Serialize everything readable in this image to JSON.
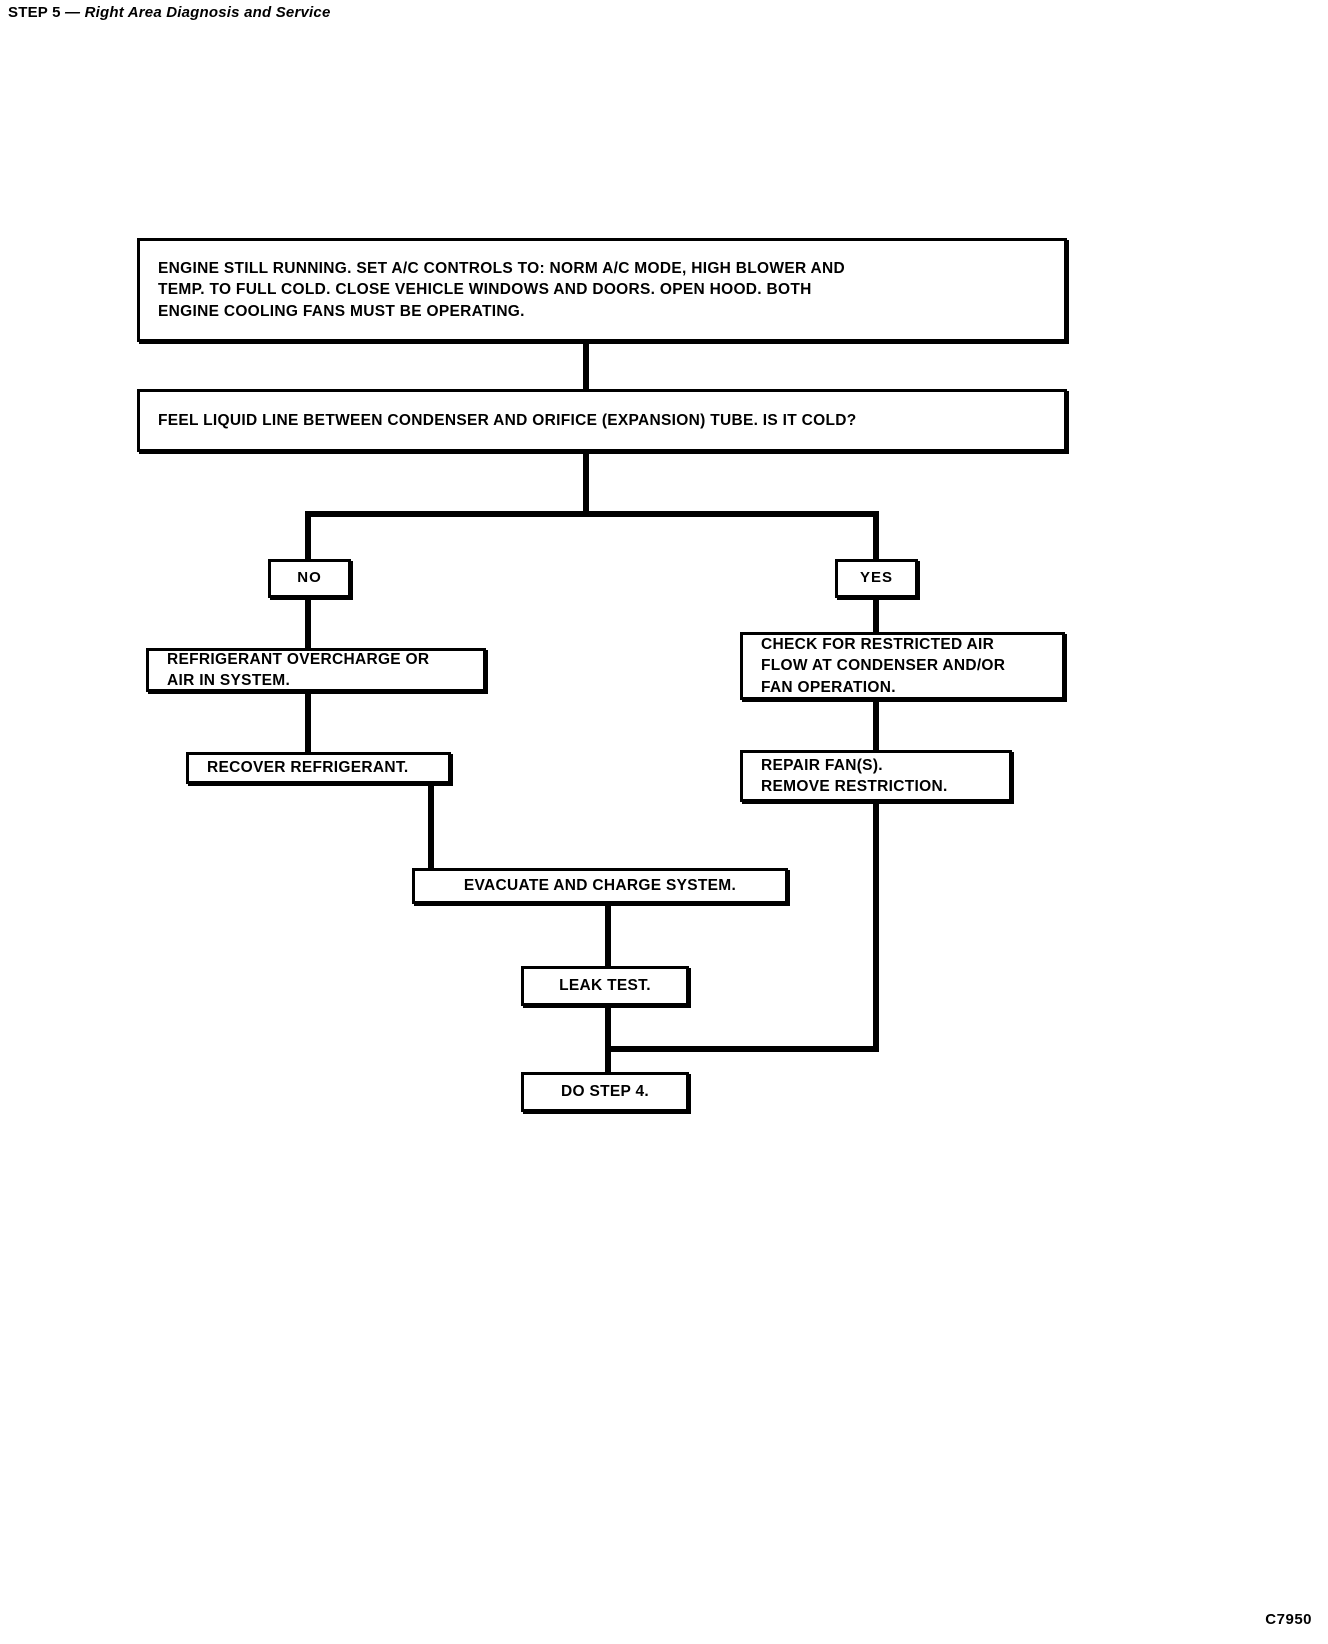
{
  "page": {
    "header_step": "STEP 5",
    "header_dash": "—",
    "header_title": "Right Area Diagnosis and Service",
    "header_full": "STEP 5 — Right Area Diagnosis and Service",
    "corner_code": "C7950",
    "background_color": "#ffffff",
    "ink_color": "#000000"
  },
  "chart_data": {
    "type": "diagram",
    "title": "STEP 5 — Right Area Diagnosis and Service",
    "nodes": [
      {
        "id": "setup",
        "label": "ENGINE STILL RUNNING. SET A/C CONTROLS TO: NORM A/C MODE, HIGH BLOWER AND\nTEMP. TO FULL COLD. CLOSE VEHICLE WINDOWS AND DOORS. OPEN HOOD. BOTH\nENGINE COOLING FANS MUST BE OPERATING.",
        "shape": "rect"
      },
      {
        "id": "question",
        "label": "FEEL LIQUID LINE BETWEEN CONDENSER AND ORIFICE (EXPANSION) TUBE. IS IT COLD?",
        "shape": "rect"
      },
      {
        "id": "no",
        "label": "NO",
        "shape": "rect"
      },
      {
        "id": "yes",
        "label": "YES",
        "shape": "rect"
      },
      {
        "id": "overcharge",
        "label": "REFRIGERANT OVERCHARGE OR\nAIR IN  SYSTEM.",
        "shape": "rect"
      },
      {
        "id": "restricted",
        "label": "CHECK FOR RESTRICTED AIR\nFLOW AT CONDENSER AND/OR\nFAN OPERATION.",
        "shape": "rect"
      },
      {
        "id": "recover",
        "label": "RECOVER REFRIGERANT.",
        "shape": "rect"
      },
      {
        "id": "repair",
        "label": "REPAIR FAN(S).\nREMOVE RESTRICTION.",
        "shape": "rect"
      },
      {
        "id": "evacuate",
        "label": "EVACUATE AND CHARGE SYSTEM.",
        "shape": "rect"
      },
      {
        "id": "leaktest",
        "label": "LEAK TEST.",
        "shape": "rect"
      },
      {
        "id": "dostep4",
        "label": "DO STEP 4.",
        "shape": "rect"
      }
    ],
    "edges": [
      {
        "from": "setup",
        "to": "question",
        "label": ""
      },
      {
        "from": "question",
        "to": "no",
        "label": "NO"
      },
      {
        "from": "question",
        "to": "yes",
        "label": "YES"
      },
      {
        "from": "no",
        "to": "overcharge",
        "label": ""
      },
      {
        "from": "yes",
        "to": "restricted",
        "label": ""
      },
      {
        "from": "overcharge",
        "to": "recover",
        "label": ""
      },
      {
        "from": "restricted",
        "to": "repair",
        "label": ""
      },
      {
        "from": "recover",
        "to": "evacuate",
        "label": ""
      },
      {
        "from": "evacuate",
        "to": "leaktest",
        "label": ""
      },
      {
        "from": "leaktest",
        "to": "dostep4",
        "label": ""
      },
      {
        "from": "repair",
        "to": "dostep4",
        "label": ""
      }
    ]
  },
  "boxes": {
    "setup": "ENGINE STILL RUNNING. SET A/C CONTROLS TO: NORM A/C MODE, HIGH BLOWER AND\nTEMP. TO FULL COLD. CLOSE VEHICLE WINDOWS AND DOORS. OPEN HOOD. BOTH\nENGINE COOLING FANS MUST BE OPERATING.",
    "question": "FEEL LIQUID LINE BETWEEN CONDENSER AND ORIFICE (EXPANSION) TUBE. IS IT COLD?",
    "no": "NO",
    "yes": "YES",
    "overcharge": "REFRIGERANT OVERCHARGE OR\nAIR IN  SYSTEM.",
    "restricted": "CHECK FOR RESTRICTED AIR\nFLOW AT CONDENSER AND/OR\nFAN OPERATION.",
    "recover": "RECOVER REFRIGERANT.",
    "repair": "REPAIR FAN(S).\nREMOVE RESTRICTION.",
    "evacuate": "EVACUATE AND CHARGE SYSTEM.",
    "leaktest": "LEAK TEST.",
    "dostep4": "DO STEP 4."
  }
}
